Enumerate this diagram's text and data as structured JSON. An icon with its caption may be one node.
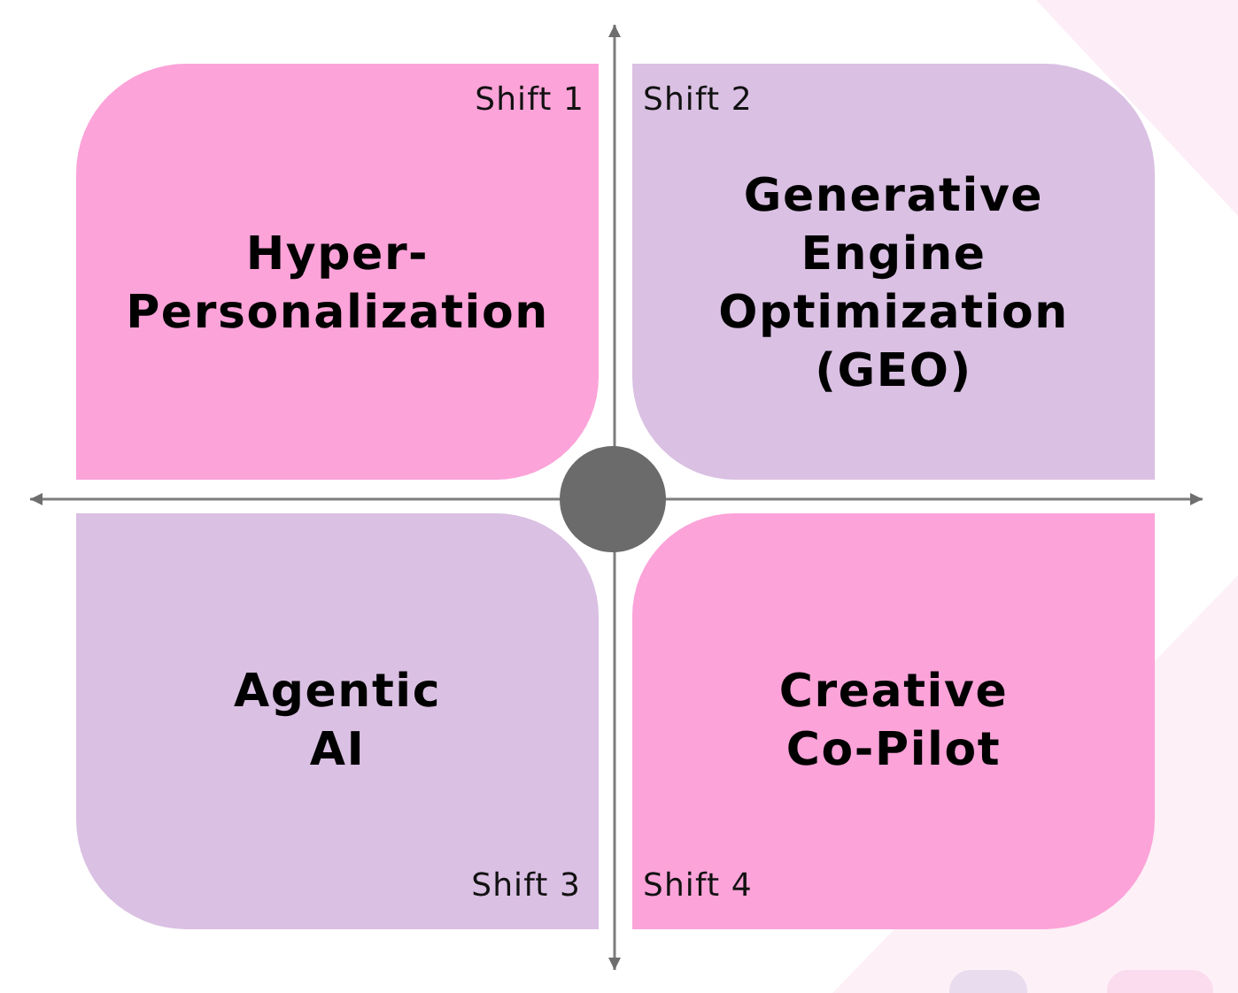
{
  "diagram": {
    "nodes": [
      {
        "text": [
          "Shift 1",
          "Hyper- Personalization"
        ]
      },
      {
        "text": [
          "Shift 2",
          "Generative Engine Optimization (GEO)"
        ]
      },
      {
        "text": [
          "Agentic AI",
          "Shift 3"
        ]
      },
      {
        "text": [
          "Creative Co-Pilot",
          "Shift 4"
        ]
      },
      {
        "text": [],
        "shape": "circle"
      }
    ]
  }
}
